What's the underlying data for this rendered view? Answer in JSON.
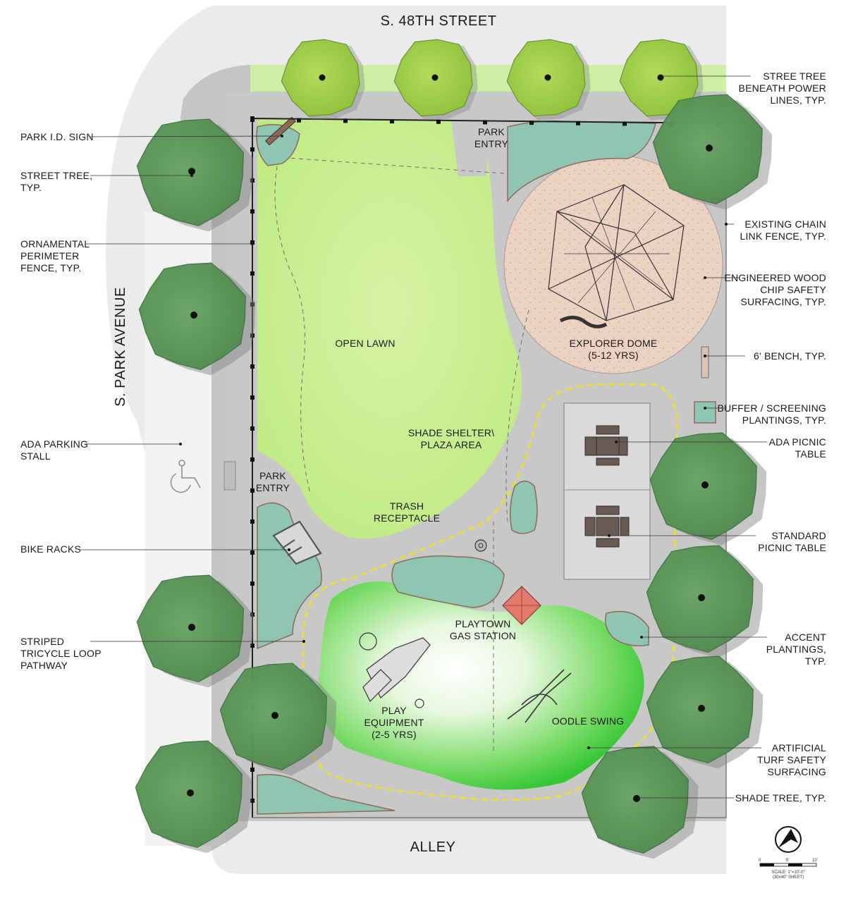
{
  "streets": {
    "north": "S. 48TH STREET",
    "west": "S. PARK AVENUE",
    "south": "ALLEY"
  },
  "areas": {
    "park_entry_north": [
      "PARK",
      "ENTRY"
    ],
    "park_entry_west": [
      "PARK",
      "ENTRY"
    ],
    "open_lawn": "OPEN LAWN",
    "explorer_dome": [
      "EXPLORER DOME",
      "(5-12 YRS)"
    ],
    "shade_shelter": [
      "SHADE SHELTER\\",
      "PLAZA AREA"
    ],
    "trash_receptacle": [
      "TRASH",
      "RECEPTACLE"
    ],
    "playtown": [
      "PLAYTOWN",
      "GAS STATION"
    ],
    "play_equipment": [
      "PLAY",
      "EQUIPMENT",
      "(2-5 YRS)"
    ],
    "oodle_swing": "OODLE SWING"
  },
  "callouts_left": [
    {
      "id": "park-id-sign",
      "lines": [
        "PARK I.D. SIGN"
      ]
    },
    {
      "id": "street-tree",
      "lines": [
        "STREET TREE,",
        "TYP."
      ]
    },
    {
      "id": "ornamental-fence",
      "lines": [
        "ORNAMENTAL",
        "PERIMETER",
        "FENCE, TYP."
      ]
    },
    {
      "id": "ada-parking",
      "lines": [
        "ADA PARKING",
        "STALL"
      ]
    },
    {
      "id": "bike-racks",
      "lines": [
        "BIKE RACKS"
      ]
    },
    {
      "id": "tricycle-loop",
      "lines": [
        "STRIPED",
        "TRICYCLE LOOP",
        "PATHWAY"
      ]
    }
  ],
  "callouts_right": [
    {
      "id": "stree-tree-power",
      "lines": [
        "STREE TREE",
        "BENEATH POWER",
        "LINES, TYP."
      ]
    },
    {
      "id": "chain-link",
      "lines": [
        "EXISTING CHAIN",
        "LINK FENCE, TYP."
      ]
    },
    {
      "id": "wood-chip",
      "lines": [
        "ENGINEERED WOOD",
        "CHIP SAFETY",
        "SURFACING, TYP."
      ]
    },
    {
      "id": "bench",
      "lines": [
        "6' BENCH, TYP."
      ]
    },
    {
      "id": "buffer",
      "lines": [
        "BUFFER / SCREENING",
        "PLANTINGS, TYP."
      ]
    },
    {
      "id": "ada-picnic",
      "lines": [
        "ADA PICNIC",
        "TABLE"
      ]
    },
    {
      "id": "standard-picnic",
      "lines": [
        "STANDARD",
        "PICNIC TABLE"
      ]
    },
    {
      "id": "accent",
      "lines": [
        "ACCENT",
        "PLANTINGS,",
        "TYP."
      ]
    },
    {
      "id": "turf",
      "lines": [
        "ARTIFICIAL",
        "TURF SAFETY",
        "SURFACING"
      ]
    },
    {
      "id": "shade-tree",
      "lines": [
        "SHADE TREE, TYP."
      ]
    }
  ],
  "scale": {
    "ticks": [
      "0",
      "5'",
      "10'"
    ],
    "lines": [
      "SCALE: 1\"=10'-0\"",
      "(30x40\" SHEET)"
    ]
  },
  "colors": {
    "lawn": "#c8ef8e",
    "pavement": "#c9c9c9",
    "shrub": "#8cc3b0",
    "tree_dark": "#5e9a5a",
    "tree_light": "#a6d14f",
    "woodchip": "#eccfbe",
    "turf": "#3ecf3e",
    "tricycle_stripe": "#f2e21b"
  }
}
